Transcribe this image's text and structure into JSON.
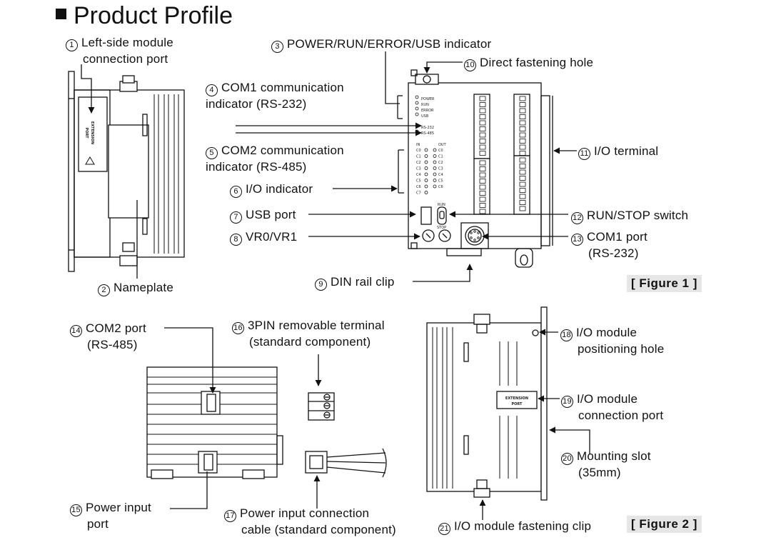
{
  "title": "Product Profile",
  "labels": [
    {
      "n": "1",
      "l1": "Left-side module",
      "l2": "connection port"
    },
    {
      "n": "2",
      "l1": "Nameplate",
      "l2": ""
    },
    {
      "n": "3",
      "l1": "POWER/RUN/ERROR/USB indicator",
      "l2": ""
    },
    {
      "n": "4",
      "l1": "COM1 communication",
      "l2": "indicator (RS-232)"
    },
    {
      "n": "5",
      "l1": "COM2 communication",
      "l2": "indicator (RS-485)"
    },
    {
      "n": "6",
      "l1": "I/O indicator",
      "l2": ""
    },
    {
      "n": "7",
      "l1": "USB port",
      "l2": ""
    },
    {
      "n": "8",
      "l1": "VR0/VR1",
      "l2": ""
    },
    {
      "n": "9",
      "l1": "DIN rail clip",
      "l2": ""
    },
    {
      "n": "10",
      "l1": "Direct fastening hole",
      "l2": ""
    },
    {
      "n": "11",
      "l1": "I/O terminal",
      "l2": ""
    },
    {
      "n": "12",
      "l1": "RUN/STOP switch",
      "l2": ""
    },
    {
      "n": "13",
      "l1": "COM1 port",
      "l2": "(RS-232)"
    },
    {
      "n": "14",
      "l1": "COM2 port",
      "l2": "(RS-485)"
    },
    {
      "n": "15",
      "l1": "Power input",
      "l2": "port"
    },
    {
      "n": "16",
      "l1": "3PIN removable terminal",
      "l2": "(standard component)"
    },
    {
      "n": "17",
      "l1": "Power input connection",
      "l2": "cable (standard component)"
    },
    {
      "n": "18",
      "l1": "I/O module",
      "l2": "positioning hole"
    },
    {
      "n": "19",
      "l1": "I/O module",
      "l2": "connection port"
    },
    {
      "n": "20",
      "l1": "Mounting slot",
      "l2": "(35mm)"
    },
    {
      "n": "21",
      "l1": "I/O module fastening clip",
      "l2": ""
    }
  ],
  "figures": {
    "fig1": "[ Figure 1 ]",
    "fig2": "[ Figure 2 ]"
  },
  "device_text": {
    "extension_port": "EXTENSION PORT",
    "extension_port_l1": "EXTENSION",
    "extension_port_l2": "PORT",
    "status_leds": [
      "POWER",
      "RUN",
      "ERROR",
      "USB"
    ],
    "com_leds": [
      "RS-232",
      "RS-485"
    ],
    "input_leds": [
      "C0",
      "C1",
      "C2",
      "C3",
      "C4",
      "C5",
      "C6",
      "C7"
    ],
    "output_leds": [
      "C0",
      "C1",
      "C2",
      "C3",
      "C4",
      "C5",
      "C6"
    ],
    "in_header": "IN",
    "out_header": "OUT",
    "run": "RUN",
    "stop": "STOP"
  }
}
